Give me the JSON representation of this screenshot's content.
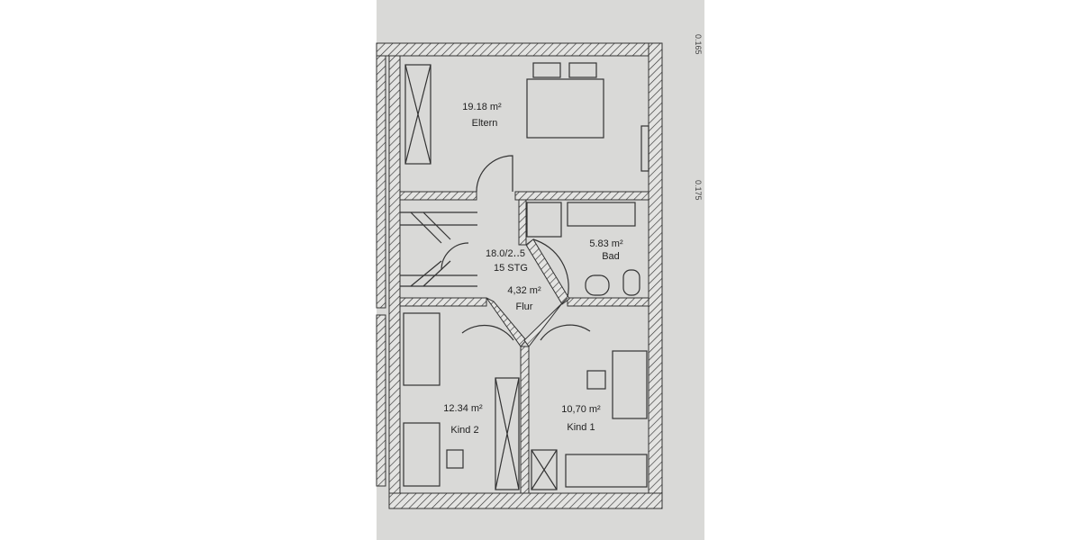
{
  "rooms": [
    {
      "name": "Eltern",
      "area": "19.18 m²"
    },
    {
      "name": "Bad",
      "area": "5.83 m²"
    },
    {
      "name": "Flur",
      "area": "4,32 m²"
    },
    {
      "name": "Kind 2",
      "area": "12.34 m²"
    },
    {
      "name": "Kind 1",
      "area": "10,70 m²"
    }
  ],
  "stairs": {
    "dimension": "18.0/2‥5",
    "steps": "15 STG"
  },
  "margin_dimensions": [
    "0.165",
    "0.175"
  ],
  "colors": {
    "paper": "#d9d9d7",
    "ink": "#2a2a2a"
  }
}
